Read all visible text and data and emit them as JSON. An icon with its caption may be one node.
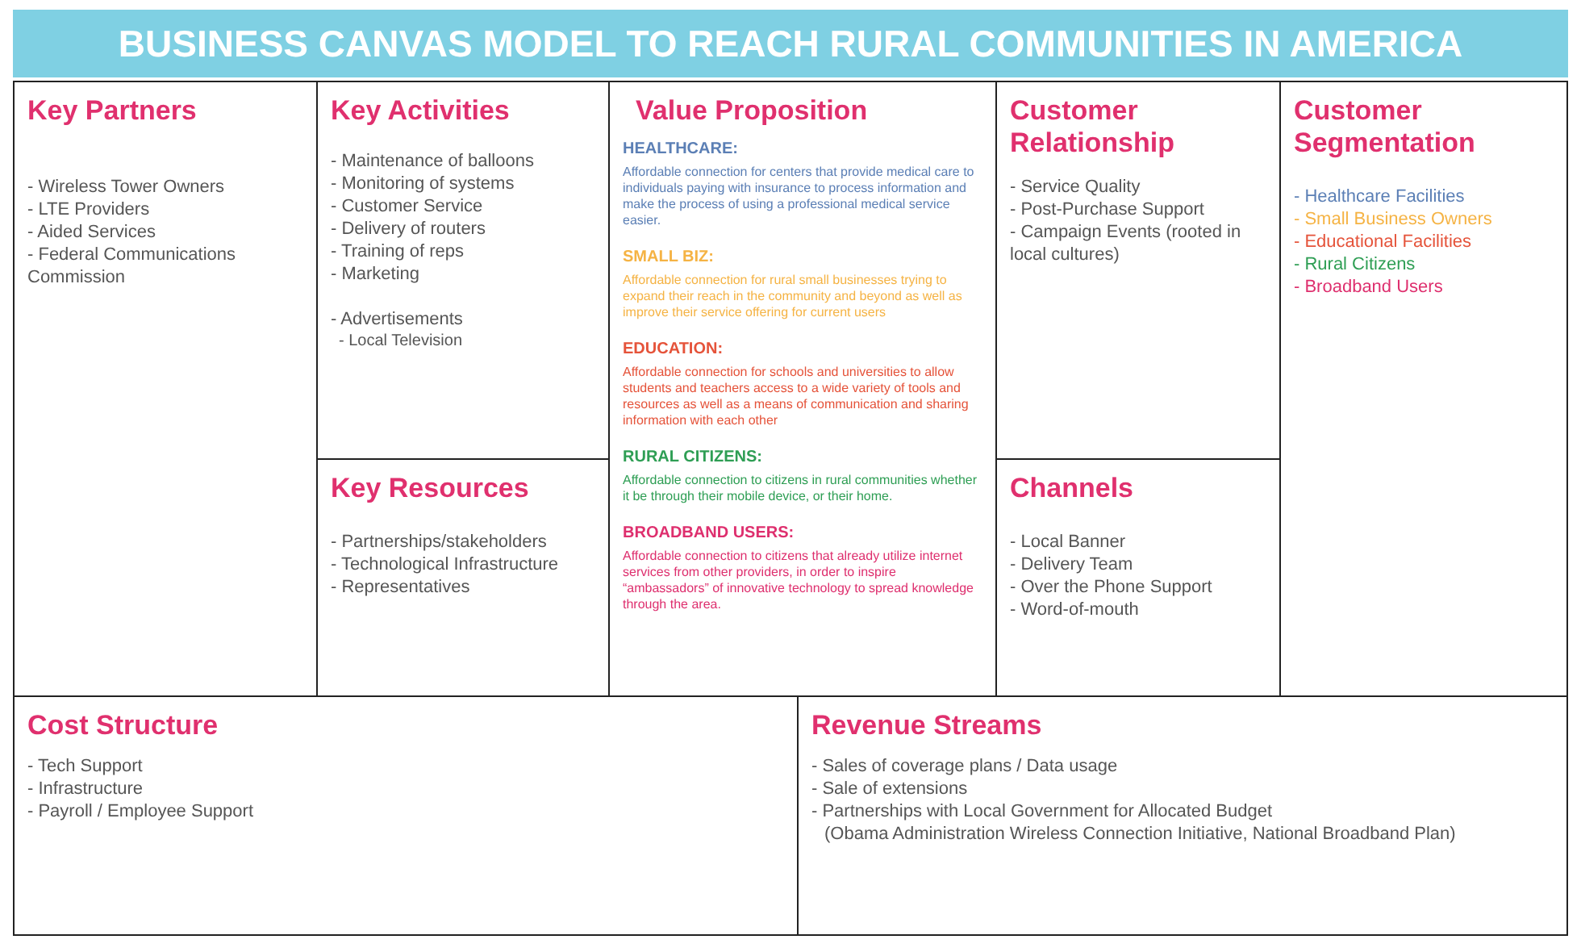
{
  "diagram": {
    "title": "BUSINESS CANVAS MODEL TO REACH RURAL COMMUNITIES IN AMERICA",
    "nodes": [
      {
        "text": [
          "Key Partners",
          "- Wireless Tower Owners",
          "- LTE Providers",
          "- Aided Services",
          "- Federal Communications Commission"
        ]
      },
      {
        "text": [
          "Key Activities",
          "- Maintenance of balloons",
          "- Monitoring of systems",
          "- Customer Service",
          "- Delivery of routers",
          "- Training of reps",
          "- Marketing",
          "- Advertisements",
          "- Local Television"
        ]
      },
      {
        "text": [
          "Key Resources",
          "- Partnerships/stakeholders",
          "- Technological Infrastructure",
          "- Representatives"
        ]
      },
      {
        "text": [
          "Value Proposition",
          "HEALTHCARE:",
          "Affordable connection for centers that provide medical care to individuals paying with insurance to process information and make the process of using a professional medical service easier.",
          "SMALL BIZ:",
          "Affordable connection for rural small businesses trying to expand their reach in the community and beyond as well as improve their service offering for current users",
          "EDUCATION:",
          "Affordable connection for schools and universities to allow students and teachers access to a wide variety of tools and resources as well as a means of communication and sharing information with each other",
          "RURAL CITIZENS:",
          "Affordable connection to citizens in rural communities whether it be through their mobile device, or their home.",
          "BROADBAND USERS:",
          "Affordable connection to citizens that already utilize internet services from other providers, in order to inspire “ambassadors” of innovative technology to spread knowledge through the area."
        ]
      },
      {
        "text": [
          "Customer Relationship",
          "- Service Quality",
          "- Post-Purchase Support",
          "- Campaign Events (rooted in local cultures)"
        ]
      },
      {
        "text": [
          "Channels",
          "- Local Banner",
          "- Delivery Team",
          "- Over the Phone Support",
          "- Word-of-mouth"
        ]
      },
      {
        "text": [
          "Customer Segmentation",
          "- Healthcare Facilities",
          "- Small Business Owners",
          "- Educational Facilities",
          "- Rural Citizens",
          "- Broadband Users"
        ]
      },
      {
        "text": [
          "Cost Structure",
          "- Tech Support",
          "- Infrastructure",
          "- Payroll / Employee Support"
        ]
      },
      {
        "text": [
          "Revenue Streams",
          "- Sales of coverage plans / Data usage",
          "- Sale of extensions",
          "- Partnerships with Local Government for Allocated Budget",
          "(Obama Administration Wireless Connection Initiative, National Broadband Plan)"
        ]
      }
    ]
  }
}
